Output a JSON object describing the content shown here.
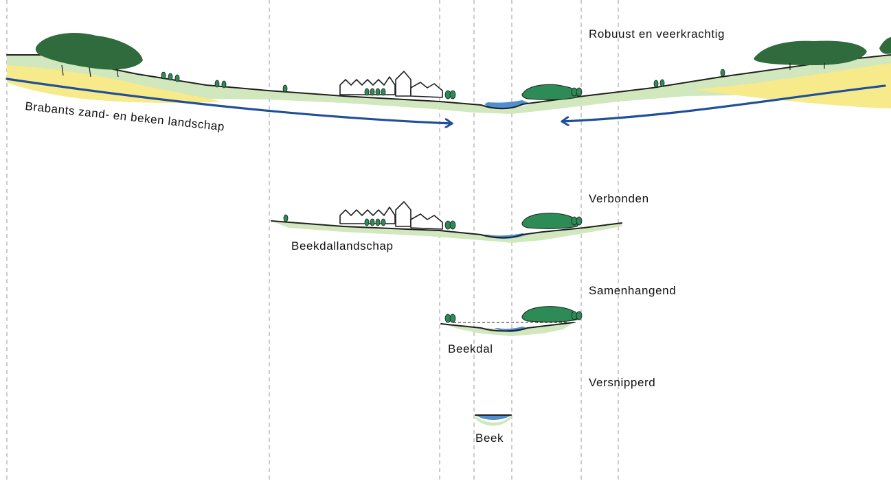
{
  "scales": {
    "robuust": "Robuust en veerkrachtig",
    "verbonden": "Verbonden",
    "samenhangend": "Samenhangend",
    "versnipperd": "Versnipperd"
  },
  "landscapes": {
    "zand_beken": "Brabants zand- en beken landschap",
    "beekdallandschap": "Beekdallandschap",
    "beekdal": "Beekdal",
    "beek": "Beek"
  },
  "colors": {
    "water": "#4f8fd0",
    "flow_arrow": "#1f4f99",
    "grass": "#cfe6b9",
    "sand": "#f6ea8a",
    "forest_dark": "#2f6b3c",
    "forest_light": "#2d8b55"
  }
}
